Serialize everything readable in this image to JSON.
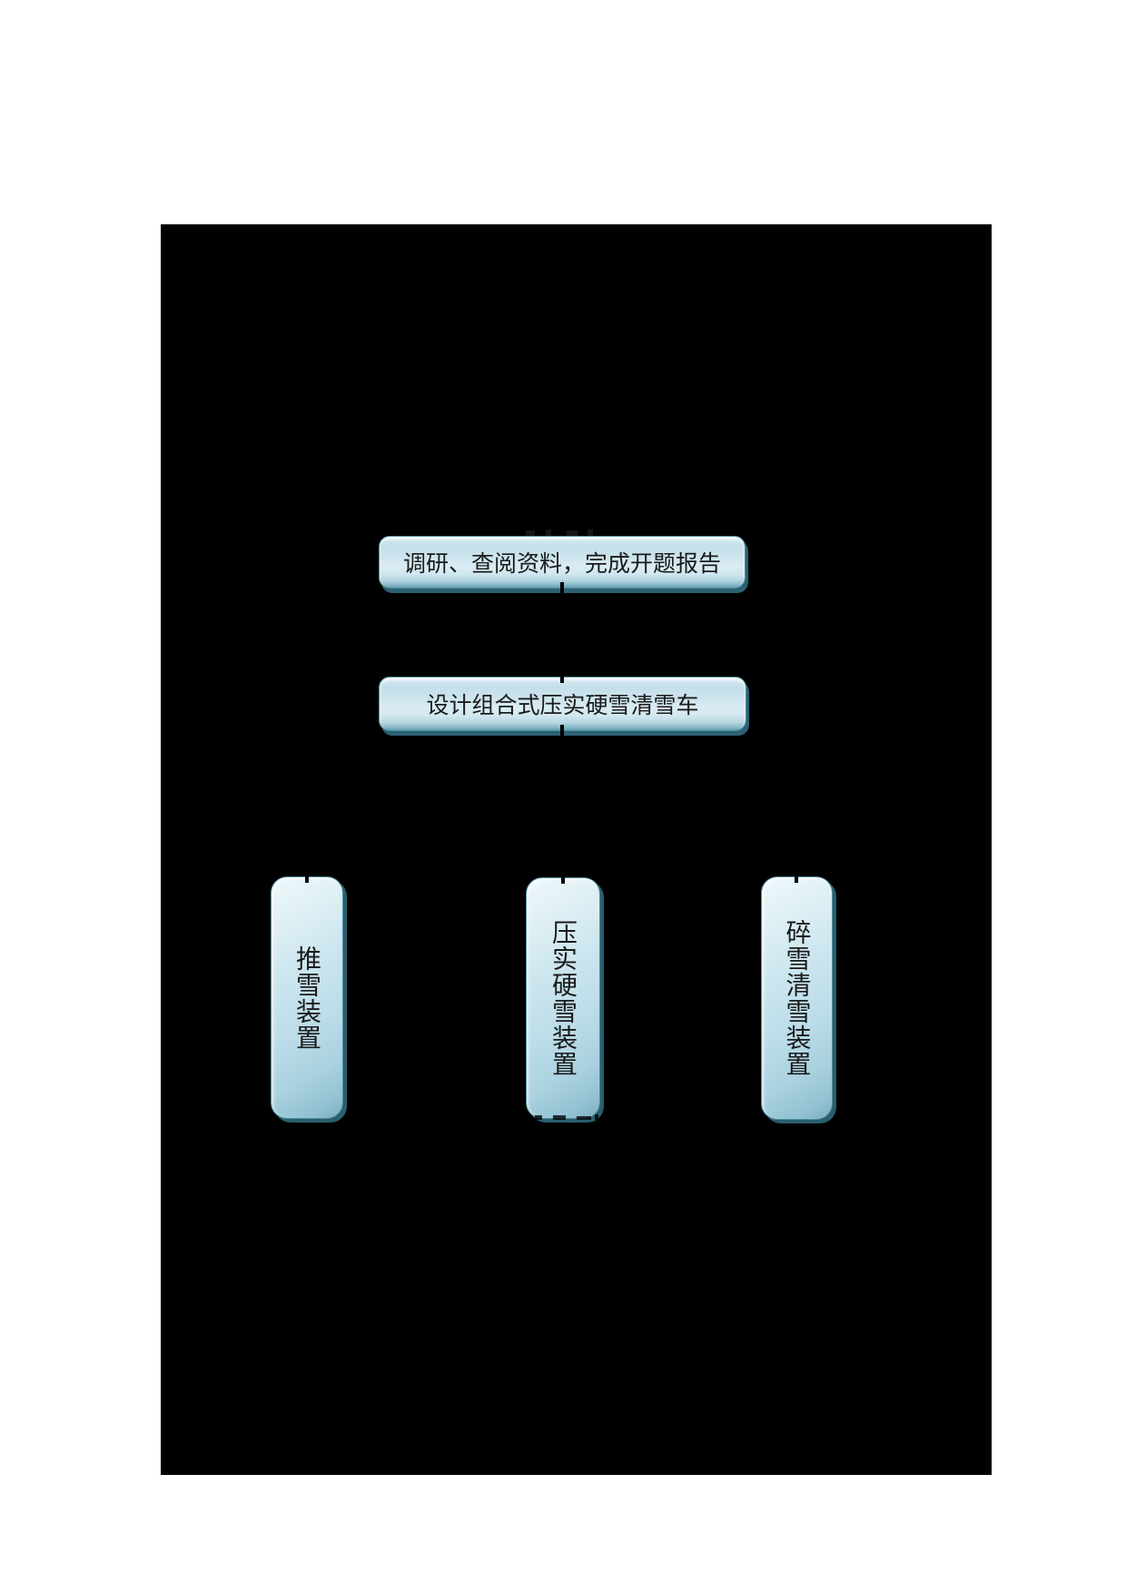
{
  "page": {
    "background_color": "#ffffff"
  },
  "diagram": {
    "background_color": "#000000",
    "colors": {
      "node_fill_light": "#d9ecf3",
      "node_fill_mid": "#c3dfe9",
      "node_border": "#53909f",
      "node_shadow": "#2c6273",
      "connector": "#000000",
      "text": "#1b1b1b"
    },
    "nodes": [
      {
        "id": "research",
        "label": "调研、查阅资料，完成开题报告",
        "orientation": "horizontal"
      },
      {
        "id": "design",
        "label": "设计组合式压实硬雪清雪车",
        "orientation": "horizontal"
      },
      {
        "id": "push",
        "label": "推雪装置",
        "orientation": "vertical"
      },
      {
        "id": "compact",
        "label": "压实硬雪装置",
        "orientation": "vertical"
      },
      {
        "id": "crush",
        "label": "碎雪清雪装置",
        "orientation": "vertical"
      }
    ]
  }
}
